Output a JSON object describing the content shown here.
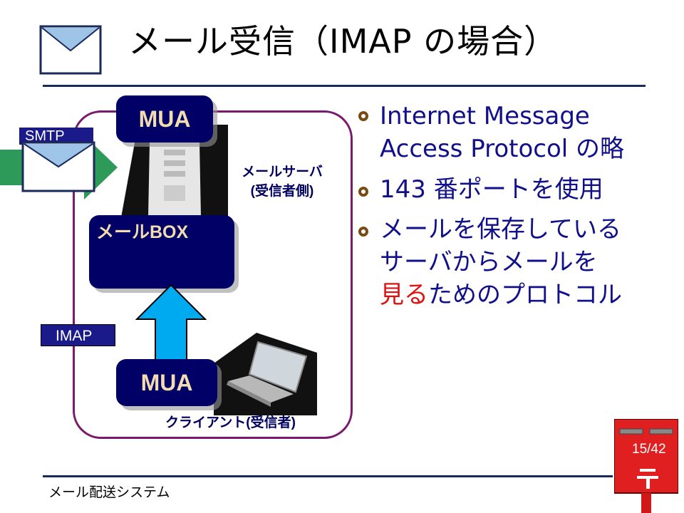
{
  "slide": {
    "title": "メール受信（IMAP の場合）",
    "footer": "メール配送システム",
    "page_number": "15/42"
  },
  "diagram": {
    "mua_top": "MUA",
    "smtp_label": "SMTP",
    "mailbox_label": "メールBOX",
    "server_label_line1": "メールサーバ",
    "server_label_line2": "(受信者側)",
    "imap_label": "IMAP",
    "mua_bottom": "MUA",
    "client_label": "クライアント(受信者)"
  },
  "bullets": {
    "b1": "Internet Message Access Protocol の略",
    "b2": "143 番ポートを使用",
    "b3_part1": "メールを保存している",
    "b3_part2": "サーバからメールを",
    "b3_highlight": "見る",
    "b3_part3": "ためのプロトコル"
  },
  "colors": {
    "navy": "#000066",
    "frame": "#7a1a6e",
    "bullet_text": "#10108a",
    "highlight": "#e01010",
    "arrow_blue": "#00aaf0",
    "smtp_green": "#2e9a5a",
    "postbox_red": "#e02020"
  },
  "icons": [
    "envelope-icon",
    "server-tower-icon",
    "laptop-icon",
    "postbox-icon",
    "bullet-ring-icon"
  ]
}
